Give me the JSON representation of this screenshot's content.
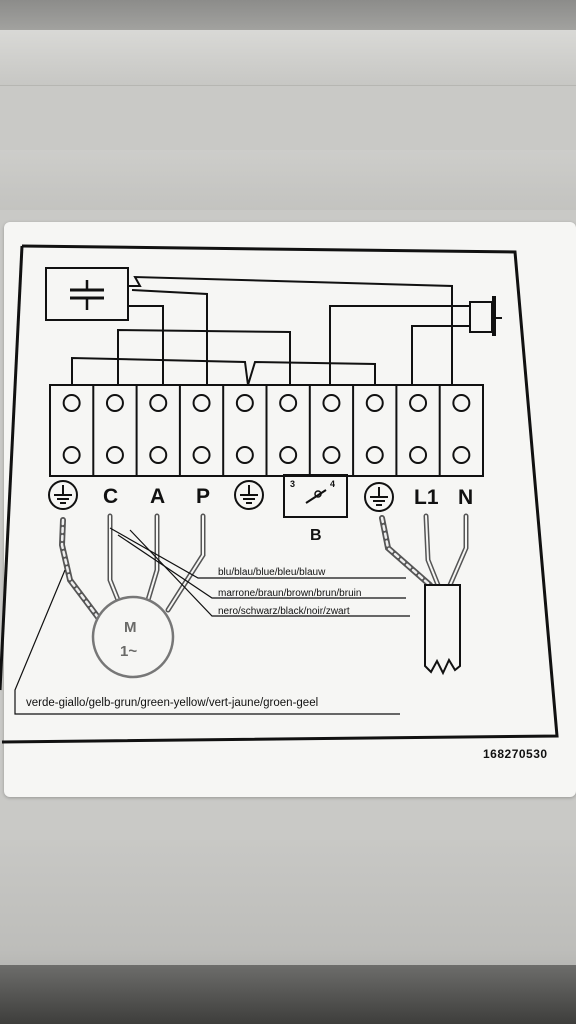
{
  "terminal_labels": {
    "c": "C",
    "a": "A",
    "p": "P",
    "l1": "L1",
    "n": "N"
  },
  "switch": {
    "pin_left": "3",
    "pin_right": "4",
    "label": "B"
  },
  "motor": {
    "label": "M",
    "phase": "1~"
  },
  "wire_legend": {
    "blue": "blu/blau/blue/bleu/blauw",
    "brown": "marrone/braun/brown/brun/bruin",
    "black": "nero/schwarz/black/noir/zwart",
    "green_yellow": "verde-giallo/gelb-grun/green-yellow/vert-jaune/groen-geel"
  },
  "part_number": "168270530"
}
